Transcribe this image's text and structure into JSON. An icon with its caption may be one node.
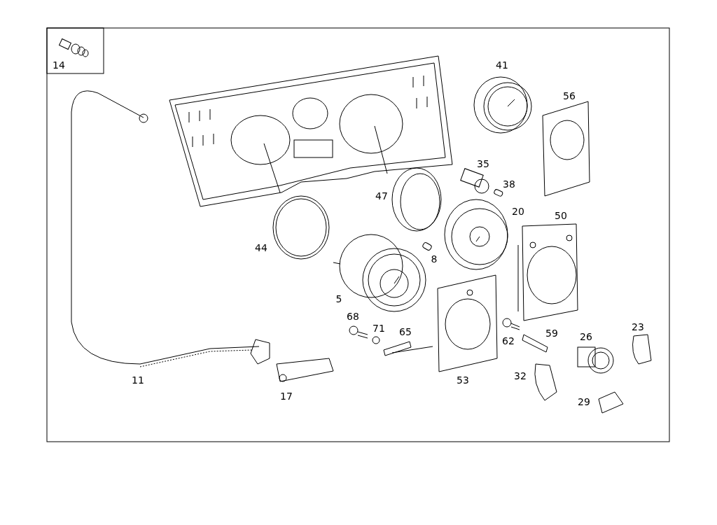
{
  "diagram": {
    "labels": [
      "14",
      "41",
      "56",
      "35",
      "38",
      "47",
      "20",
      "50",
      "44",
      "8",
      "5",
      "68",
      "71",
      "65",
      "62",
      "59",
      "26",
      "23",
      "11",
      "53",
      "32",
      "17",
      "29"
    ]
  }
}
